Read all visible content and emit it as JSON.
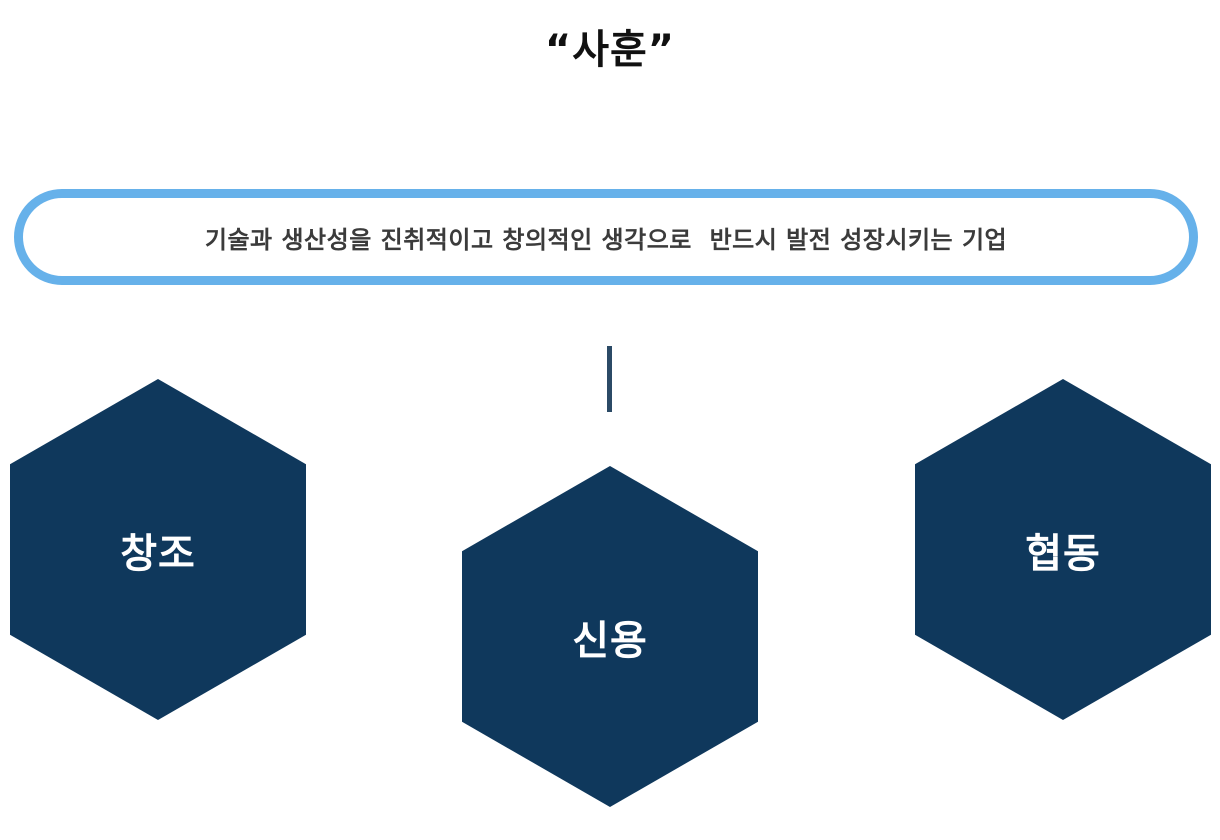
{
  "title": "“사훈”",
  "motto": "기술과 생산성을 진취적이고 창의적인 생각으로  반드시 발전 성장시키는 기업",
  "values": [
    {
      "label": "창조"
    },
    {
      "label": "신용"
    },
    {
      "label": "협동"
    }
  ],
  "colors": {
    "hexagon_fill": "#0f385c",
    "motto_border": "#66b1ea",
    "connector": "#2b4a66",
    "title_text": "#111111",
    "motto_text": "#3b3b3b"
  }
}
